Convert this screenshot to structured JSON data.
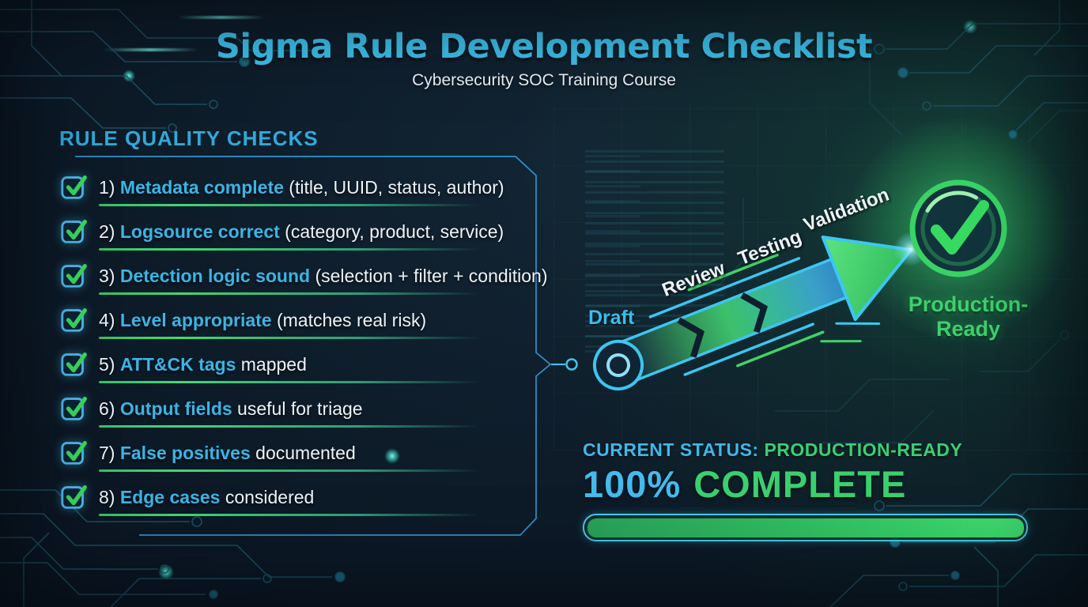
{
  "colors": {
    "background": "#0d1b28",
    "accent_cyan": "#3ec4ef",
    "accent_green": "#3bd06d",
    "panel_border": "#2e93cc",
    "checkbox_border": "#4db9ec",
    "checkmark_green": "#3ad95f"
  },
  "header": {
    "title": "Sigma Rule Development Checklist",
    "subtitle": "Cybersecurity SOC Training Course"
  },
  "checklist": {
    "heading": "RULE QUALITY CHECKS",
    "items": [
      {
        "number": "1)",
        "keyword": "Metadata complete",
        "rest": " (title, UUID, status, author)",
        "checked": true
      },
      {
        "number": "2)",
        "keyword": "Logsource correct",
        "rest": " (category, product, service)",
        "checked": true
      },
      {
        "number": "3)",
        "keyword": "Detection logic sound",
        "rest": " (selection + filter + condition)",
        "checked": true
      },
      {
        "number": "4)",
        "keyword": "Level appropriate",
        "rest": " (matches real risk)",
        "checked": true
      },
      {
        "number": "5)",
        "keyword": "ATT&CK tags",
        "rest": " mapped",
        "checked": true
      },
      {
        "number": "6)",
        "keyword": "Output fields",
        "rest": " useful for triage",
        "checked": true
      },
      {
        "number": "7)",
        "keyword": "False positives",
        "rest": " documented",
        "checked": true
      },
      {
        "number": "8)",
        "keyword": "Edge cases",
        "rest": " considered",
        "checked": true
      }
    ]
  },
  "pipeline": {
    "stages": [
      "Draft",
      "Review",
      "Testing",
      "Validation"
    ],
    "result": {
      "line1": "Production-",
      "line2": "Ready"
    }
  },
  "status": {
    "label": "CURRENT STATUS:",
    "value": "PRODUCTION-READY",
    "percent": "100%",
    "complete": "COMPLETE",
    "progress": 100
  }
}
